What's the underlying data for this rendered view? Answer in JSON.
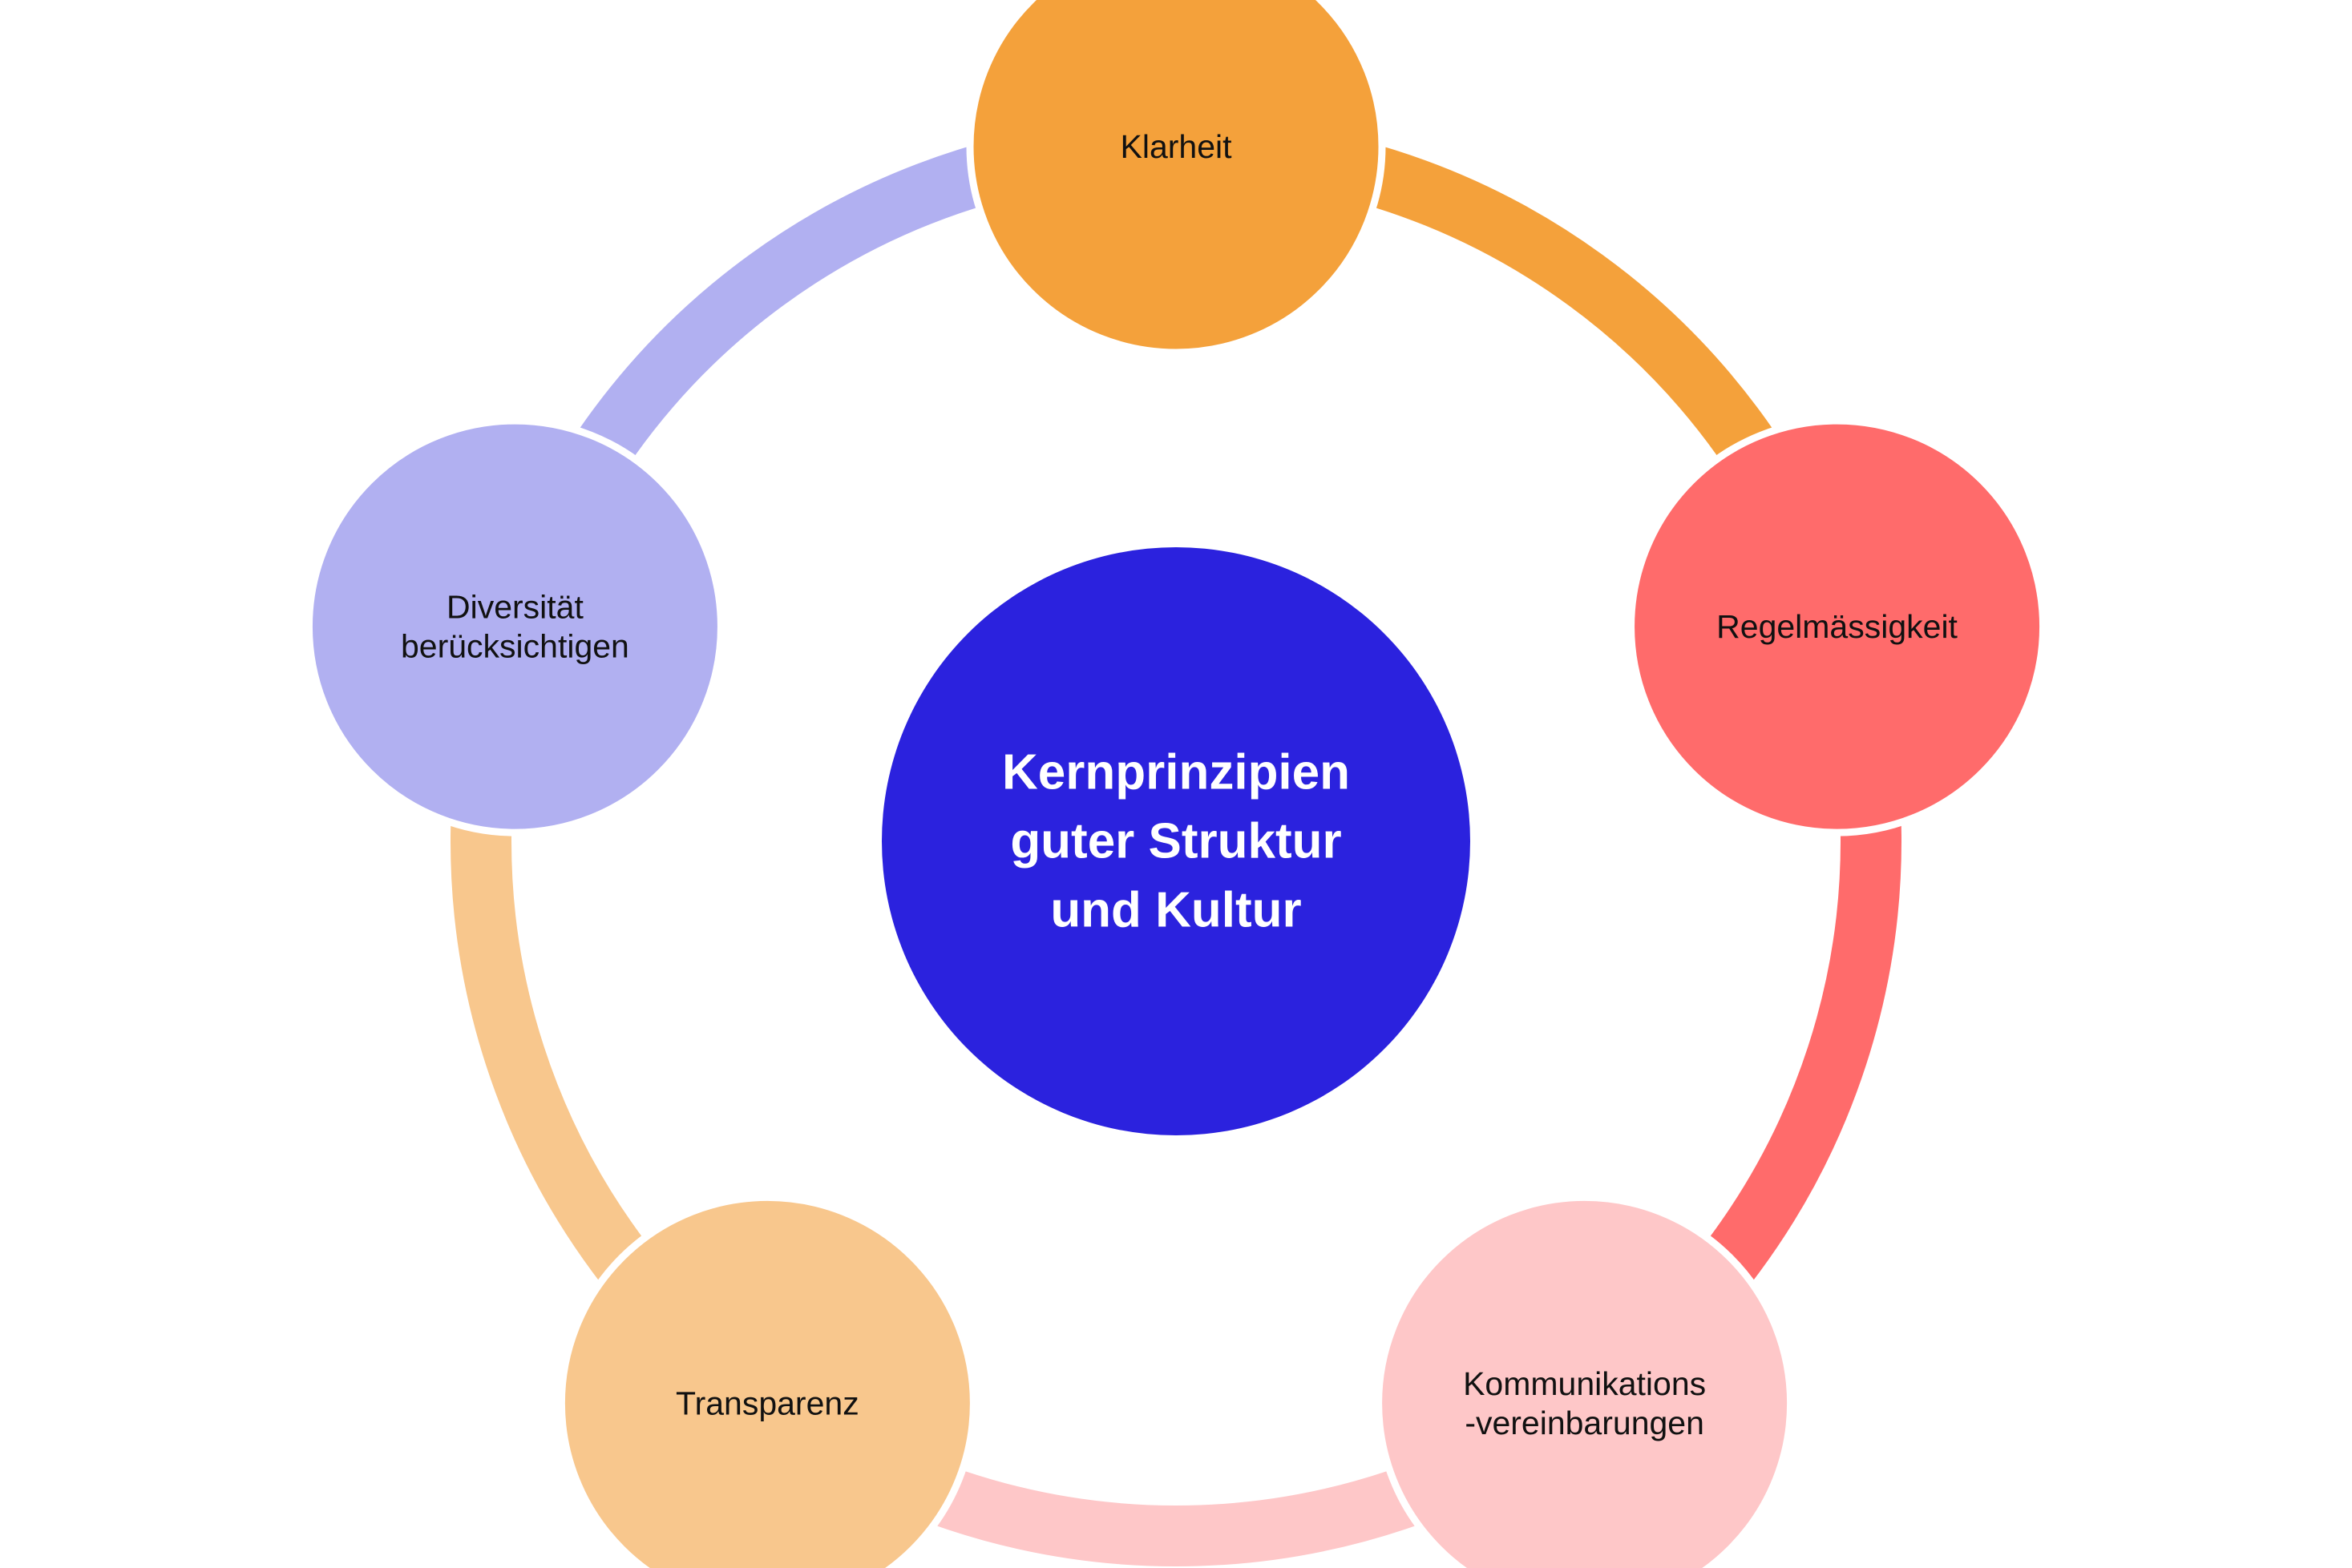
{
  "diagram": {
    "center": {
      "lines": [
        "Kernprinzipien",
        "guter Struktur",
        "und Kultur"
      ],
      "color": "#2b22de",
      "text_color": "#ffffff"
    },
    "nodes": [
      {
        "id": "klarheit",
        "lines": [
          "Klarheit"
        ],
        "color": "#f4a13b"
      },
      {
        "id": "regelmaessigkeit",
        "lines": [
          "Regelmässigkeit"
        ],
        "color": "#ff6b6b"
      },
      {
        "id": "kommunikation",
        "lines": [
          "Kommunikations",
          "-vereinbarungen"
        ],
        "color": "#fec7c8"
      },
      {
        "id": "transparenz",
        "lines": [
          "Transparenz"
        ],
        "color": "#f8c78d"
      },
      {
        "id": "diversitaet",
        "lines": [
          "Diversität",
          "berücksichtigen"
        ],
        "color": "#b1b0f1"
      }
    ],
    "ring_segments": [
      {
        "from": "klarheit",
        "to": "regelmaessigkeit",
        "color": "#f4a13b"
      },
      {
        "from": "regelmaessigkeit",
        "to": "kommunikation",
        "color": "#ff6b6b"
      },
      {
        "from": "kommunikation",
        "to": "transparenz",
        "color": "#fec7c8"
      },
      {
        "from": "transparenz",
        "to": "diversitaet",
        "color": "#f8c78d"
      },
      {
        "from": "diversitaet",
        "to": "klarheit",
        "color": "#b1b0f1"
      }
    ]
  }
}
